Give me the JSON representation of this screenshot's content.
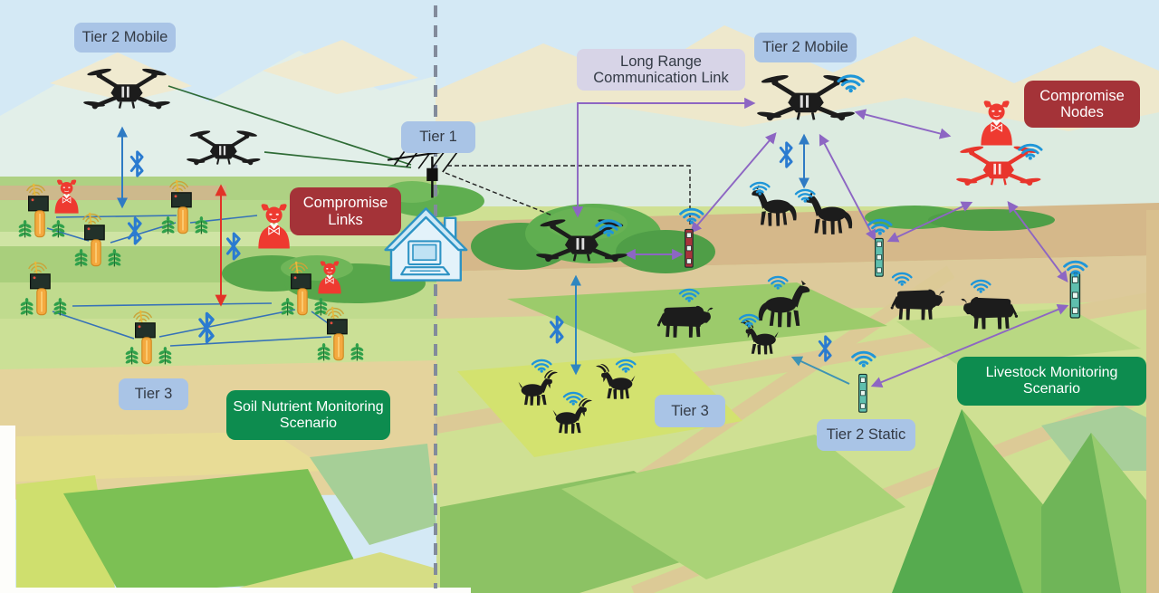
{
  "labels": {
    "tier2_mobile_left": "Tier 2 Mobile",
    "tier1": "Tier 1",
    "long_range": "Long Range Communication Link",
    "tier2_mobile_right": "Tier 2 Mobile",
    "compromise_nodes": "Compromise Nodes",
    "compromise_links": "Compromise Links",
    "tier3_left": "Tier 3",
    "soil_scenario": "Soil Nutrient Monitoring Scenario",
    "tier3_right": "Tier 3",
    "tier2_static": "Tier 2 Static",
    "livestock_scenario": "Livestock Monitoring Scenario"
  },
  "colors": {
    "tier_label_bg": "#a9c4e6",
    "long_range_label_bg": "#d7d4e7",
    "compromise_label_bg": "#a43338",
    "scenario_label_bg": "#0d8c4f",
    "label_text_dark": "#333a45",
    "label_text_light": "#ffffff",
    "wifi_blue": "#1f96d8",
    "bluetooth_blue": "#2b7bd0",
    "long_range_link_purple": "#8d66c3",
    "attacker_red": "#e8352c",
    "compromised_node_red": "#a8333b",
    "drone_black": "#1c1c1c",
    "short_link_blue": "#2f7bc4",
    "uplink_green": "#2e6b35",
    "divider_gray": "#828b9b"
  },
  "icon_glyphs": {
    "drone-icon": "quadcopter silhouette",
    "compromised-drone-icon": "red quadcopter",
    "devil-icon": "red attacker devil",
    "wifi-icon": "wifi arcs",
    "bluetooth-icon": "bluetooth rune",
    "soil-sensor-icon": "soil probe stake with radio box and crops",
    "static-node-icon": "pole-mounted relay node",
    "house-icon": "farmhouse with computer",
    "antenna-icon": "tier-1 long range antenna",
    "horse-icon": "horse silhouette",
    "cow-icon": "cow silhouette",
    "goat-icon": "goat silhouette"
  }
}
